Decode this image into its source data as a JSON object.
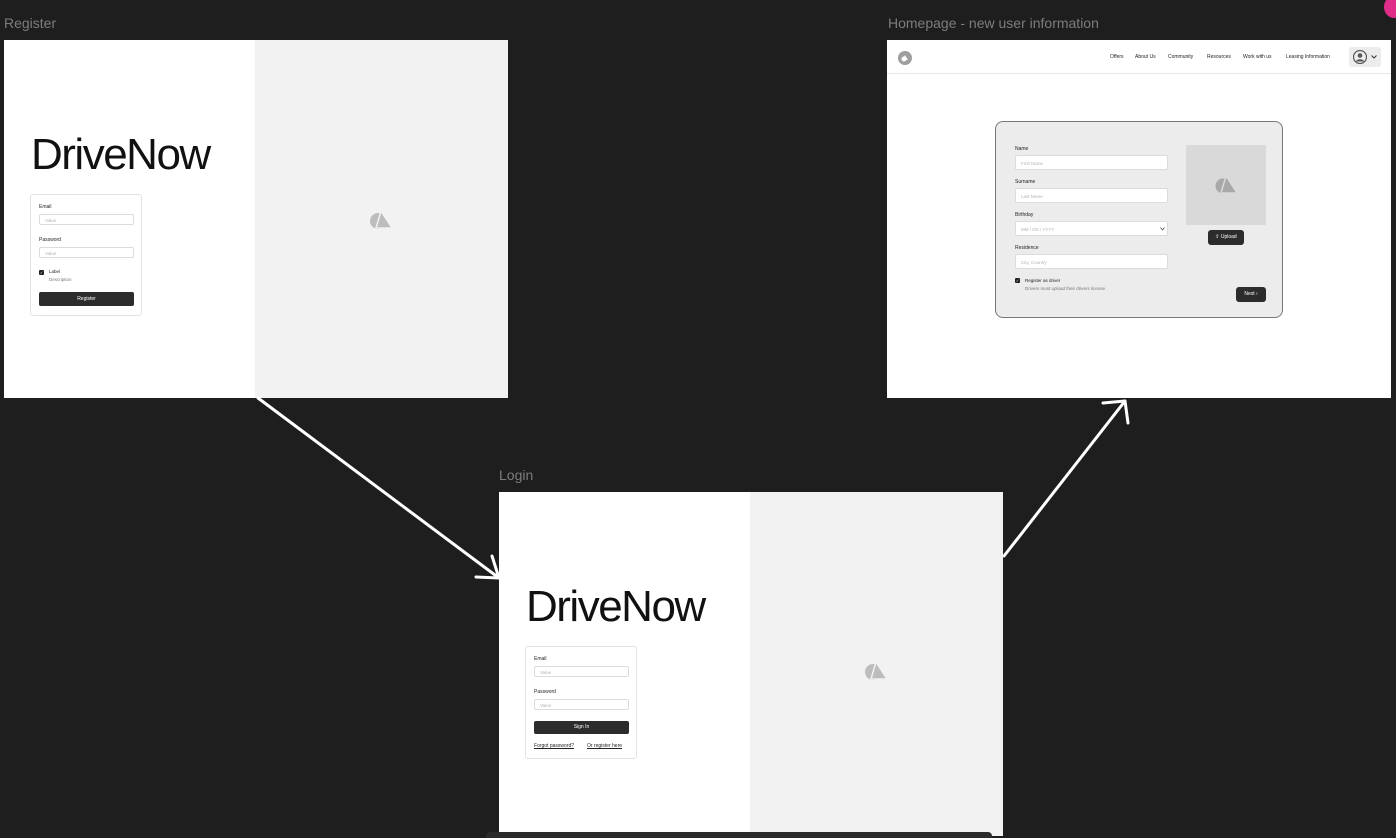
{
  "register": {
    "frame_title": "Register",
    "brand": "DriveNow",
    "email_label": "Email",
    "email_placeholder": "Value",
    "password_label": "Password",
    "password_placeholder": "Value",
    "checkbox_label": "Label",
    "checkbox_description": "Description",
    "submit_label": "Register"
  },
  "login": {
    "frame_title": "Login",
    "brand": "DriveNow",
    "email_label": "Email",
    "email_placeholder": "Value",
    "password_label": "Password",
    "password_placeholder": "Value",
    "submit_label": "Sign In",
    "forgot_link": "Forgot password?",
    "register_link": "Or register here"
  },
  "homepage": {
    "frame_title": "Homepage - new user information",
    "nav": [
      "Offers",
      "About Us",
      "Community",
      "Resources",
      "Work with us",
      "Leasing Information"
    ],
    "form": {
      "name_label": "Name",
      "name_placeholder": "First Name",
      "surname_label": "Surname",
      "surname_placeholder": "Last Name",
      "birthday_label": "Birthday",
      "birthday_placeholder": "MM / DD / YYYY",
      "residence_label": "Residence",
      "residence_placeholder": "City, Country",
      "driver_label": "Register as driver",
      "driver_description": "Drivers must upload their drivers license",
      "upload_label": "Upload",
      "next_label": "Next"
    }
  },
  "colors": {
    "canvas": "#1e1e1e",
    "frame_title": "#7d7d7d",
    "button": "#2c2c2c",
    "image_placeholder": "#f2f2f2"
  }
}
